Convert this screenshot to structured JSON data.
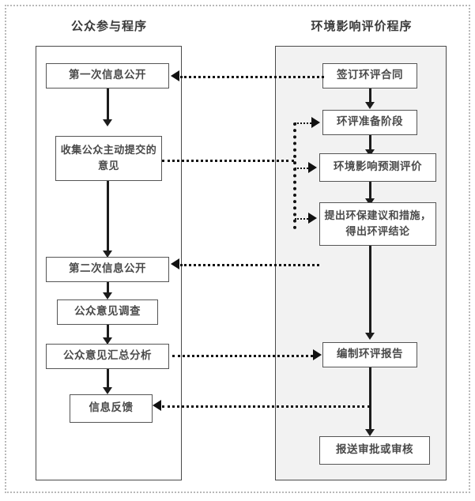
{
  "diagram": {
    "title_left": "公众参与程序",
    "title_right": "环境影响评价程序",
    "left_nodes": [
      {
        "id": "pub-disclosure-1",
        "label": "第一次信息公开"
      },
      {
        "id": "collect-opinions",
        "label": "收集公众主动提交的意见"
      },
      {
        "id": "pub-disclosure-2",
        "label": "第二次信息公开"
      },
      {
        "id": "opinion-survey",
        "label": "公众意见调查"
      },
      {
        "id": "opinion-analysis",
        "label": "公众意见汇总分析"
      },
      {
        "id": "feedback",
        "label": "信息反馈"
      }
    ],
    "right_nodes": [
      {
        "id": "sign-contract",
        "label": "签订环评合同"
      },
      {
        "id": "prepare-stage",
        "label": "环评准备阶段"
      },
      {
        "id": "impact-prediction",
        "label": "环境影响预测评价"
      },
      {
        "id": "suggestions-conclusion",
        "label": "提出环保建议和措施，得出环评结论"
      },
      {
        "id": "compile-report",
        "label": "编制环评报告"
      },
      {
        "id": "submit-approval",
        "label": "报送审批或审核"
      }
    ],
    "colors": {
      "panel_border": "#4a4a4a",
      "panel_shaded_fill": "#f2f2f2",
      "box_border": "#555555",
      "connector": "#121212",
      "text": "#4a4a4a",
      "page_frame": "#b9b9b9"
    }
  }
}
